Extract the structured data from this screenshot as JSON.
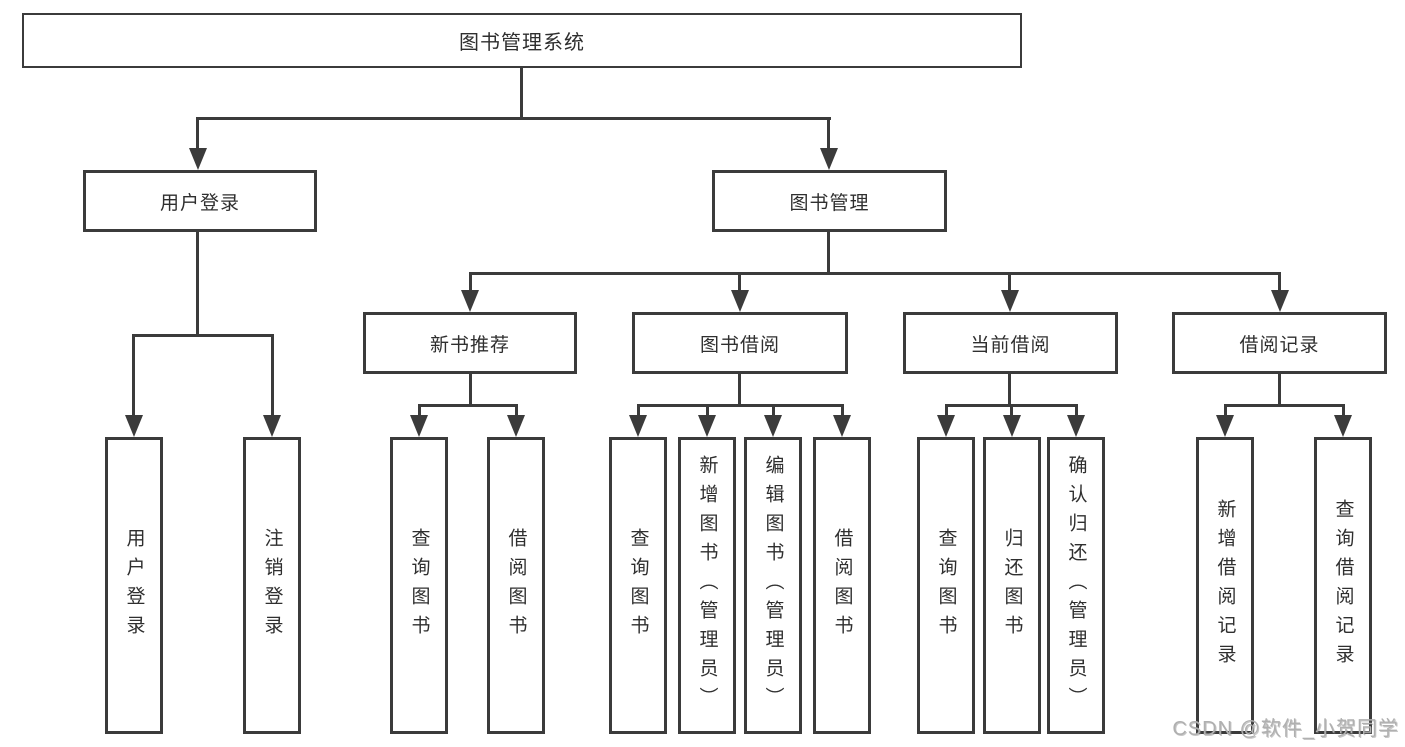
{
  "diagram": {
    "title": "图书管理系统",
    "level2": [
      {
        "label": "用户登录",
        "children": [
          "用户登录",
          "注销登录"
        ]
      },
      {
        "label": "图书管理",
        "groups": [
          {
            "label": "新书推荐",
            "children": [
              "查询图书",
              "借阅图书"
            ]
          },
          {
            "label": "图书借阅",
            "children": [
              "查询图书",
              "新增图书（管理员）",
              "编辑图书（管理员）",
              "借阅图书"
            ]
          },
          {
            "label": "当前借阅",
            "children": [
              "查询图书",
              "归还图书",
              "确认归还（管理员）"
            ]
          },
          {
            "label": "借阅记录",
            "children": [
              "新增借阅记录",
              "查询借阅记录"
            ]
          }
        ]
      }
    ]
  },
  "watermark": "CSDN @软件_小贺同学",
  "colors": {
    "line": "#3b3b3b",
    "text": "#2f2f2f",
    "background": "#ffffff",
    "watermark": "#b0b0b0"
  }
}
